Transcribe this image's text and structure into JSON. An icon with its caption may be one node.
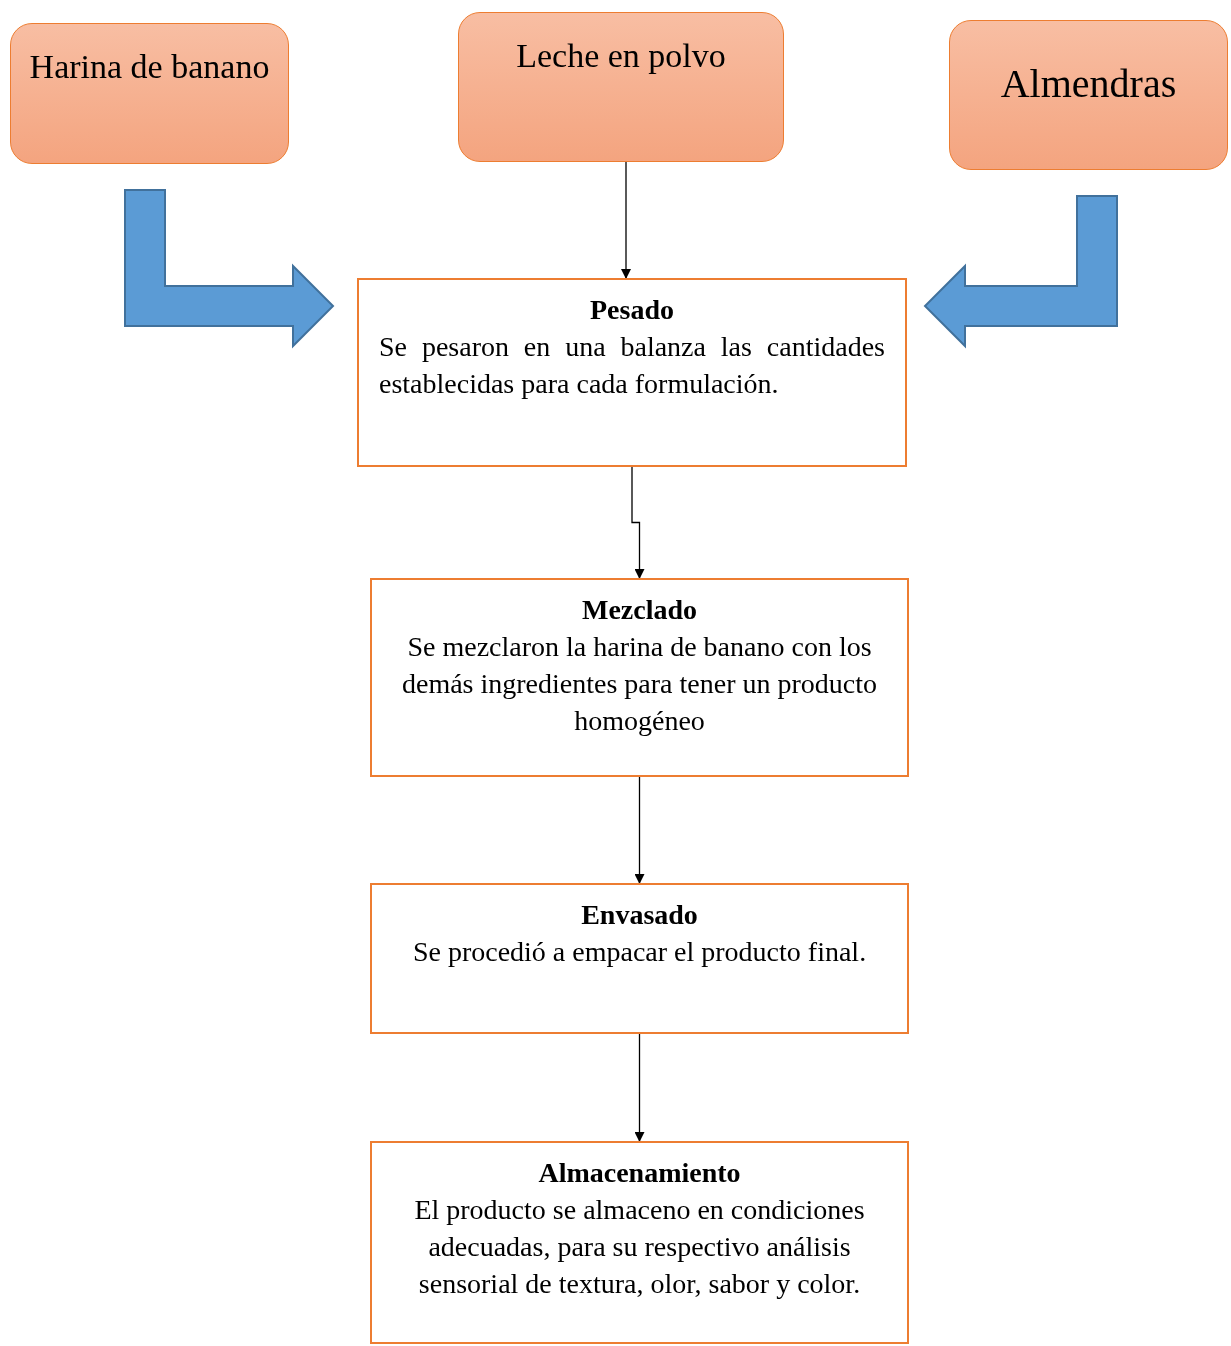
{
  "diagram": {
    "nodes": [
      {
        "text": [
          "Harina de banano"
        ]
      },
      {
        "text": [
          "Leche en polvo"
        ]
      },
      {
        "text": [
          "Almendras"
        ]
      },
      {
        "text": [
          "Pesado",
          "Se pesaron en una balanza las cantidades establecidas para cada formulación."
        ]
      },
      {
        "text": [
          "Mezclado",
          "Se mezclaron la harina de banano con los demás ingredientes para tener un producto homogéneo"
        ]
      },
      {
        "text": [
          "Envasado",
          "Se procedió a empacar el producto final."
        ]
      },
      {
        "text": [
          "Almacenamiento",
          "El producto se almaceno en condiciones adecuadas, para su respectivo análisis sensorial de textura, olor, sabor y color."
        ]
      }
    ],
    "edges": [
      {
        "from": 0,
        "to": 3,
        "arrow": "to",
        "style": "thick",
        "color": "#5b9bd5"
      },
      {
        "from": 1,
        "to": 3,
        "arrow": "to"
      },
      {
        "from": 2,
        "to": 3,
        "arrow": "to",
        "style": "thick",
        "color": "#5b9bd5"
      },
      {
        "from": 3,
        "to": 4,
        "arrow": "to"
      },
      {
        "from": 4,
        "to": 5,
        "arrow": "to"
      },
      {
        "from": 5,
        "to": 6,
        "arrow": "to"
      }
    ]
  }
}
